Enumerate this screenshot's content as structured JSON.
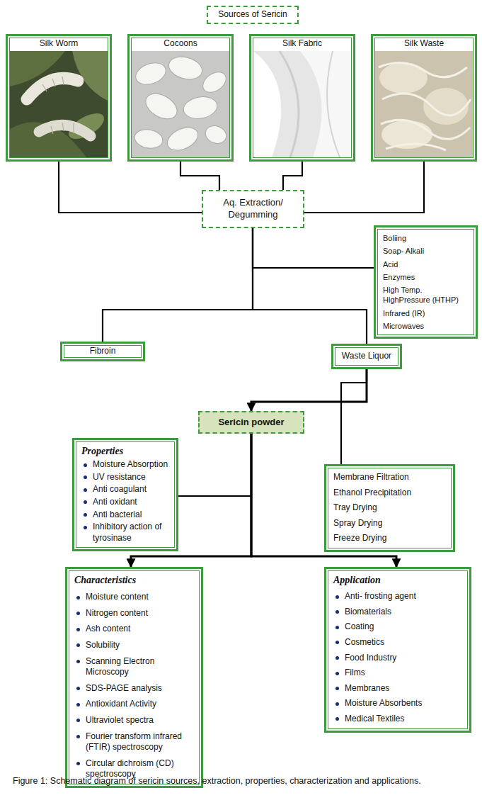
{
  "diagram": {
    "caption": "Figure 1: Schematic diagram of sericin sources, extraction, properties, characterization and applications.",
    "nodes": [
      {
        "text": [
          "Sources of Sericin"
        ]
      },
      {
        "text": [
          "Silk Worm"
        ]
      },
      {
        "text": [
          "Cocoons"
        ]
      },
      {
        "text": [
          "Silk Fabric"
        ]
      },
      {
        "text": [
          "Silk Waste"
        ]
      },
      {
        "text": [
          "Aq. Extraction/ Degumming"
        ]
      },
      {
        "text": [
          "Boliing",
          "Soap- Alkali",
          "Acid",
          "Enzymes",
          "High Temp. HighPressure (HTHP)",
          "Infrared (IR)",
          "Microwaves"
        ]
      },
      {
        "text": [
          "Fibroin"
        ]
      },
      {
        "text": [
          "Waste Liquor"
        ]
      },
      {
        "text": [
          "Properties",
          "Moisture Absorption",
          "UV resistance",
          "Anti coagulant",
          "Anti oxidant",
          "Anti bacterial",
          "Inhibitory action of tyrosinase"
        ]
      },
      {
        "text": [
          "Sericin powder"
        ]
      },
      {
        "text": [
          "Membrane Filtration",
          "Ethanol Precipitation",
          "Tray Drying",
          "Spray Drying",
          "Freeze Drying"
        ]
      },
      {
        "text": [
          "Characteristics",
          "Moisture content",
          "Nitrogen content",
          "Ash content",
          "Solubility",
          "Scanning Electron Microscopy",
          "SDS-PAGE analysis",
          "Antioxidant Activity",
          "Ultraviolet spectra",
          "Fourier transform infrared (FTIR) spectroscopy",
          "Circular dichroism (CD) spectroscopy"
        ]
      },
      {
        "text": [
          "Application",
          "Anti- frosting agent",
          "Biomaterials",
          "Coating",
          "Cosmetics",
          "Food Industry",
          "Films",
          "Membranes",
          "Moisture Absorbents",
          "Medical Textiles"
        ]
      }
    ],
    "edges": [
      {
        "from": 1,
        "to": 5,
        "arrow": "none"
      },
      {
        "from": 2,
        "to": 5,
        "arrow": "none"
      },
      {
        "from": 3,
        "to": 5,
        "arrow": "none"
      },
      {
        "from": 4,
        "to": 5,
        "arrow": "none"
      },
      {
        "from": 5,
        "to": 6,
        "arrow": "none"
      },
      {
        "from": 5,
        "to": 7,
        "arrow": "none"
      },
      {
        "from": 5,
        "to": 8,
        "arrow": "none"
      },
      {
        "from": 8,
        "to": 10,
        "arrow": "to"
      },
      {
        "from": 8,
        "to": 11,
        "arrow": "none"
      },
      {
        "from": 9,
        "to": 10,
        "arrow": "none"
      },
      {
        "from": 10,
        "to": 12,
        "arrow": "to"
      },
      {
        "from": 10,
        "to": 13,
        "arrow": "to"
      }
    ]
  }
}
